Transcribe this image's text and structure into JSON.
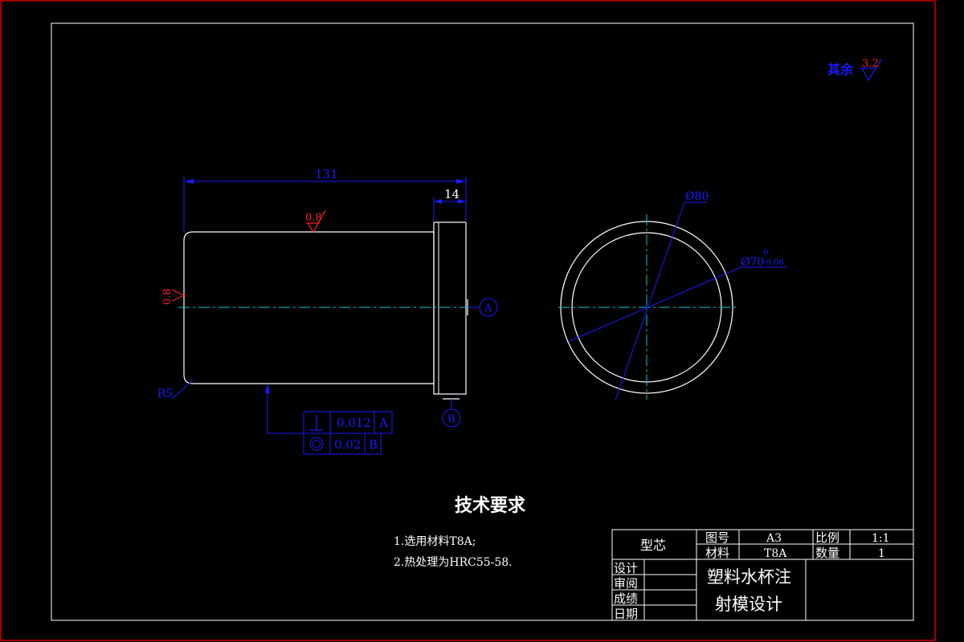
{
  "colors": {
    "background": "#000000",
    "outline": "#ffffff",
    "dimension": "#1a1aff",
    "roughness": "#ff2020",
    "centerline": "#00cccc",
    "outer_border": "#cc0000"
  },
  "roughness": {
    "other": {
      "label": "其余",
      "value": "3.2"
    },
    "top_surface": "0.8",
    "left_face": "0.8"
  },
  "dimensions": {
    "overall_length": "131",
    "flange_length": "14",
    "corner_radius": "R5",
    "diameter_outer": "Ø80",
    "diameter_inner": "Ø70",
    "tol_upper": "0",
    "tol_lower": "-0.08"
  },
  "datums": {
    "a": "A",
    "b": "B"
  },
  "tolerances": [
    {
      "symbol": "perpendicularity",
      "value": "0.012",
      "datum": "A"
    },
    {
      "symbol": "concentricity",
      "value": "0.02",
      "datum": "B"
    }
  ],
  "tech_requirements": {
    "title": "技术要求",
    "items": [
      "1.选用材料T8A;",
      "2.热处理为HRC55-58."
    ]
  },
  "title_block": {
    "part_name": "型芯",
    "drawing_no_label": "图号",
    "drawing_no": "A3",
    "scale_label": "比例",
    "scale": "1:1",
    "material_label": "材料",
    "material": "T8A",
    "quantity_label": "数量",
    "quantity": "1",
    "designer_label": "设计",
    "reviewer_label": "审阅",
    "grade_label": "成绩",
    "date_label": "日期",
    "project_line1": "塑料水杯注",
    "project_line2": "射模设计"
  }
}
